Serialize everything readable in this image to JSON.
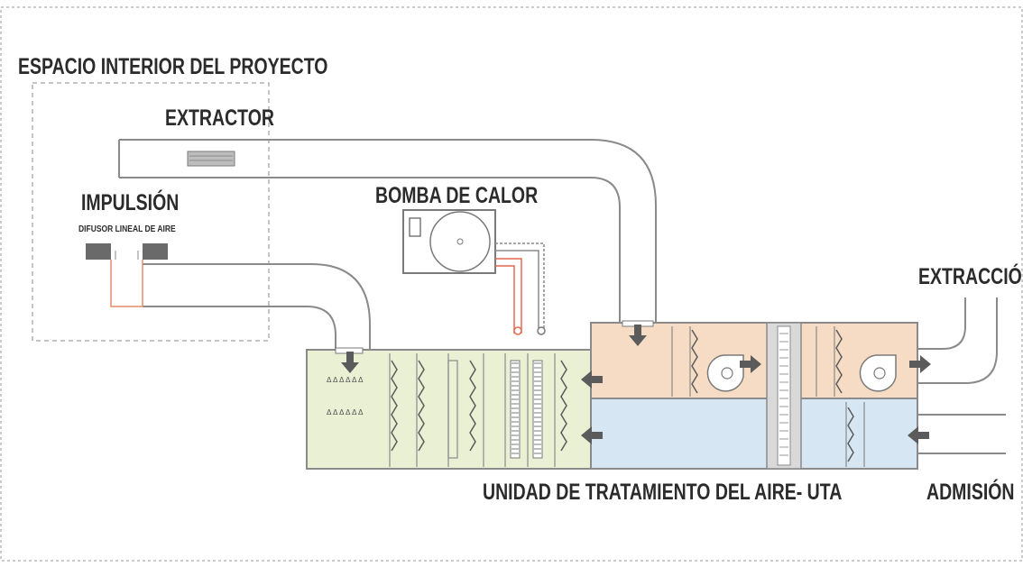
{
  "labels": {
    "interior_space": "ESPACIO INTERIOR DEL PROYECTO",
    "extractor": "EXTRACTOR",
    "impulsion": "IMPULSIÓN",
    "difusor": "DIFUSOR LINEAL DE AIRE",
    "heat_pump": "BOMBA DE CALOR",
    "extraction": "EXTRACCIÓN",
    "uta": "UNIDAD DE TRATAMIENTO DEL AIRE- UTA",
    "admission": "ADMISIÓN"
  },
  "colors": {
    "duct": "#8a8a8a",
    "supply_section": "#e9f0d4",
    "return_section": "#f6dcc4",
    "intake_section": "#d6e6f2",
    "heat_exchanger": "#d9d9d9",
    "arrow": "#5b5b5b",
    "filter": "#c7c7a0",
    "refrigerant_hot": "#e66a4f",
    "refrigerant_cold": "#8a8a8a"
  },
  "icons": {
    "airflow_arrow": "arrow-icon",
    "fan": "fan-icon",
    "filter": "filter-icon",
    "coil": "coil-icon"
  }
}
